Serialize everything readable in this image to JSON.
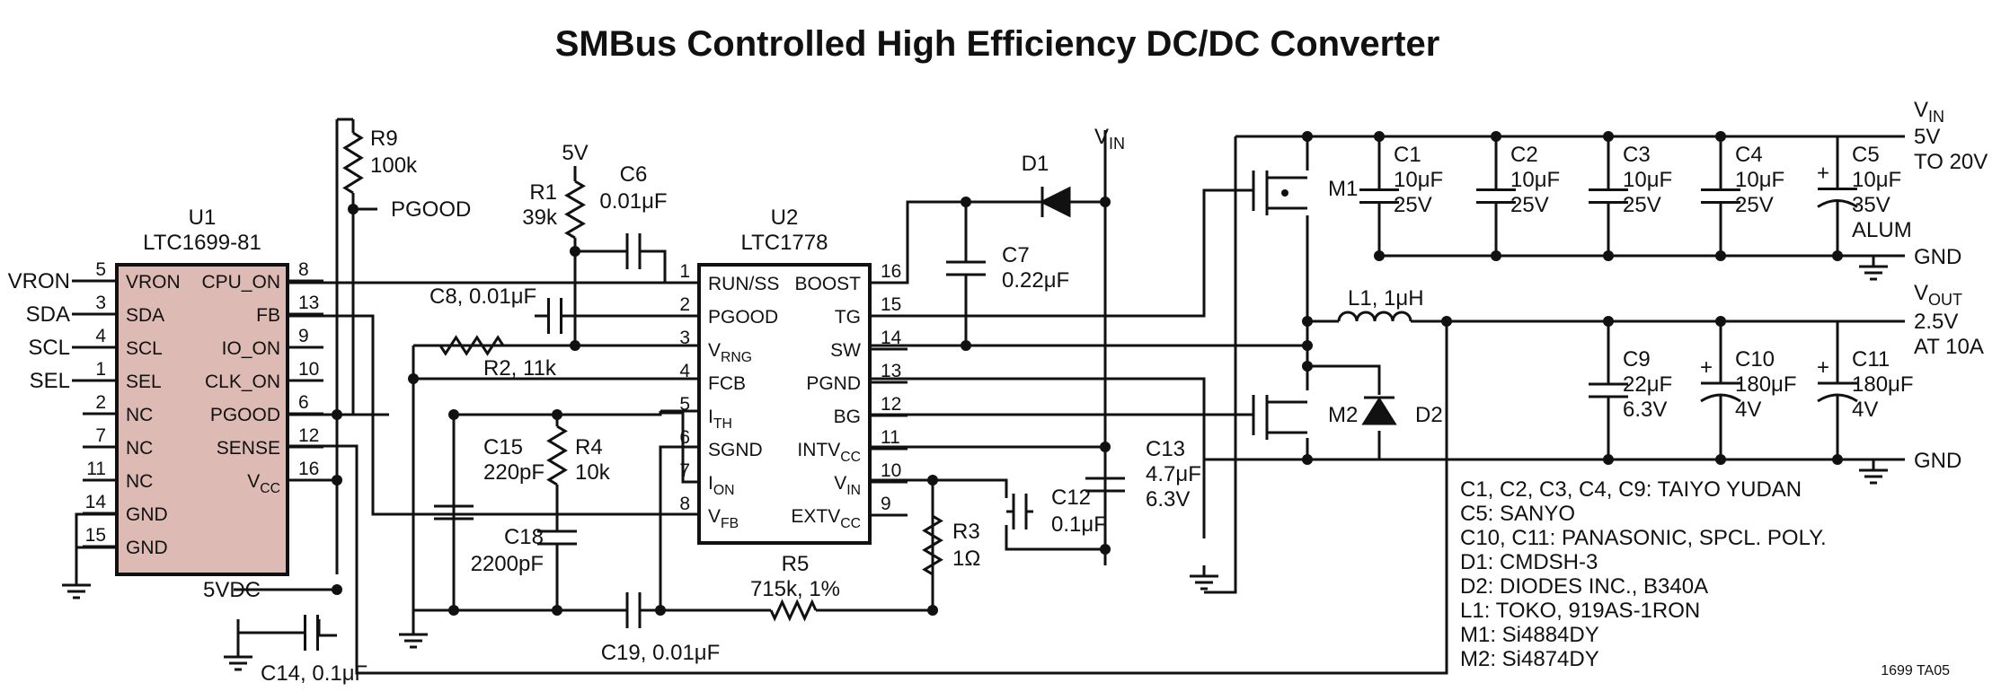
{
  "title": "SMBus Controlled High Efficiency DC/DC Converter",
  "footer_code": "1699 TA05",
  "u1": {
    "ref": "U1",
    "part": "LTC1699-81",
    "left_pins": [
      {
        "num": "5",
        "name": "VRON",
        "net": "VRON"
      },
      {
        "num": "3",
        "name": "SDA",
        "net": "SDA"
      },
      {
        "num": "4",
        "name": "SCL",
        "net": "SCL"
      },
      {
        "num": "1",
        "name": "SEL",
        "net": "SEL"
      },
      {
        "num": "2",
        "name": "NC",
        "net": ""
      },
      {
        "num": "7",
        "name": "NC",
        "net": ""
      },
      {
        "num": "11",
        "name": "NC",
        "net": ""
      },
      {
        "num": "14",
        "name": "GND",
        "net": ""
      },
      {
        "num": "15",
        "name": "GND",
        "net": ""
      }
    ],
    "right_pins": [
      {
        "num": "8",
        "name": "CPU_ON"
      },
      {
        "num": "13",
        "name": "FB"
      },
      {
        "num": "9",
        "name": "IO_ON"
      },
      {
        "num": "10",
        "name": "CLK_ON"
      },
      {
        "num": "6",
        "name": "PGOOD"
      },
      {
        "num": "12",
        "name": "SENSE"
      },
      {
        "num": "16",
        "name": "V",
        "sub": "CC"
      }
    ]
  },
  "u2": {
    "ref": "U2",
    "part": "LTC1778",
    "left_pins": [
      {
        "num": "1",
        "name": "RUN/SS",
        "sub": ""
      },
      {
        "num": "2",
        "name": "PGOOD",
        "sub": ""
      },
      {
        "num": "3",
        "name": "V",
        "sub": "RNG"
      },
      {
        "num": "4",
        "name": "FCB",
        "sub": ""
      },
      {
        "num": "5",
        "name": "I",
        "sub": "TH"
      },
      {
        "num": "6",
        "name": "SGND",
        "sub": ""
      },
      {
        "num": "7",
        "name": "I",
        "sub": "ON"
      },
      {
        "num": "8",
        "name": "V",
        "sub": "FB"
      }
    ],
    "right_pins": [
      {
        "num": "16",
        "name": "BOOST",
        "sub": ""
      },
      {
        "num": "15",
        "name": "TG",
        "sub": ""
      },
      {
        "num": "14",
        "name": "SW",
        "sub": ""
      },
      {
        "num": "13",
        "name": "PGND",
        "sub": ""
      },
      {
        "num": "12",
        "name": "BG",
        "sub": ""
      },
      {
        "num": "11",
        "name": "INTV",
        "sub": "CC"
      },
      {
        "num": "10",
        "name": "V",
        "sub": "IN"
      },
      {
        "num": "9",
        "name": "EXTV",
        "sub": "CC"
      }
    ]
  },
  "components": {
    "r9": [
      "R9",
      "100k"
    ],
    "r1": [
      "R1",
      "39k"
    ],
    "c6": [
      "C6",
      "0.01μF"
    ],
    "c8": "C8, 0.01μF",
    "r2": "R2, 11k",
    "c15": [
      "C15",
      "220pF"
    ],
    "r4": [
      "R4",
      "10k"
    ],
    "c18": [
      "C18",
      "2200pF"
    ],
    "c19": "C19, 0.01μF",
    "c14": "C14, 0.1μF",
    "r5": [
      "R5",
      "715k, 1%"
    ],
    "r3": [
      "R3",
      "1Ω"
    ],
    "c12": [
      "C12",
      "0.1μF"
    ],
    "c13": [
      "C13",
      "4.7μF",
      "6.3V"
    ],
    "d1": "D1",
    "c7": [
      "C7",
      "0.22μF"
    ],
    "m1": "M1",
    "m2": "M2",
    "d2": "D2",
    "l1": "L1, 1μH",
    "c1": [
      "C1",
      "10μF",
      "25V"
    ],
    "c2": [
      "C2",
      "10μF",
      "25V"
    ],
    "c3": [
      "C3",
      "10μF",
      "25V"
    ],
    "c4": [
      "C4",
      "10μF",
      "25V"
    ],
    "c5": [
      "C5",
      "10μF",
      "35V",
      "ALUM"
    ],
    "c9": [
      "C9",
      "22μF",
      "6.3V"
    ],
    "c10": [
      "C10",
      "180μF",
      "4V"
    ],
    "c11": [
      "C11",
      "180μF",
      "4V"
    ]
  },
  "nets": {
    "pgood": "PGOOD",
    "five_v": "5V",
    "five_vdc": "5VDC",
    "vin_top": {
      "main": "V",
      "sub": "IN"
    },
    "vin_out": {
      "main": "V",
      "sub": "IN",
      "lines": [
        "5V",
        "TO 20V"
      ]
    },
    "vout": {
      "main": "V",
      "sub": "OUT",
      "lines": [
        "2.5V",
        "AT 10A"
      ]
    },
    "gnd_top": "GND",
    "gnd_bottom": "GND"
  },
  "notes": [
    "C1, C2, C3, C4, C9: TAIYO YUDAN",
    "C5: SANYO",
    "C10, C11: PANASONIC, SPCL. POLY.",
    "D1: CMDSH-3",
    "D2: DIODES INC., B340A",
    "L1: TOKO, 919AS-1RON",
    "M1: Si4884DY",
    "M2: Si4874DY"
  ]
}
